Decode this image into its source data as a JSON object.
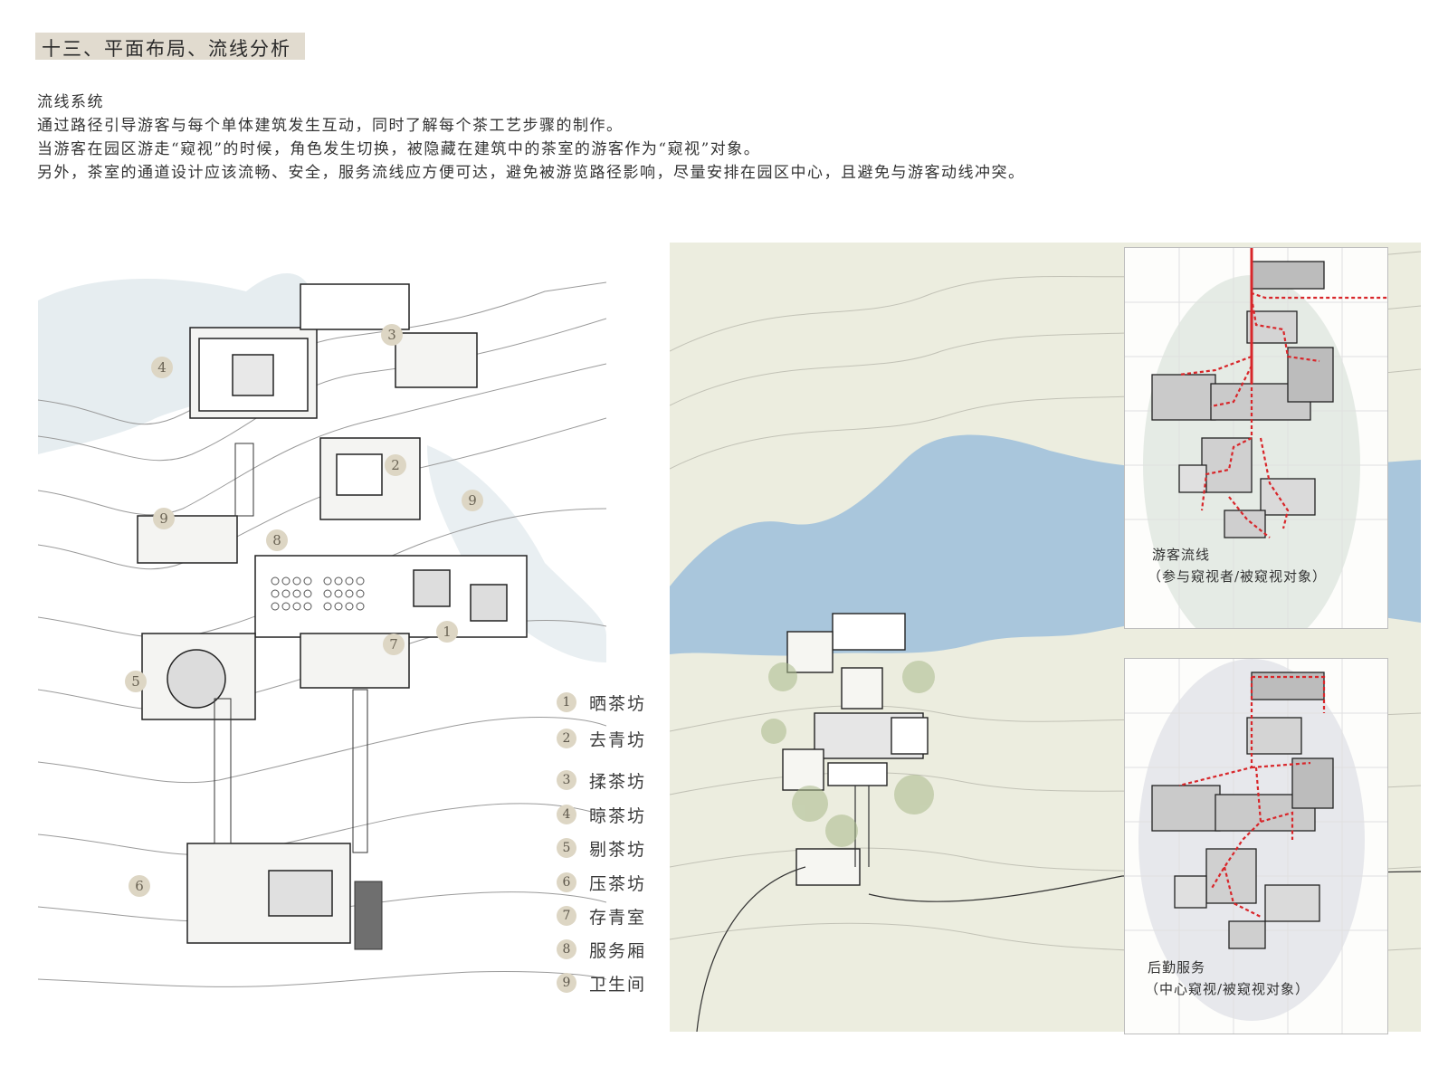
{
  "title": "十三、平面布局、流线分析",
  "intro": {
    "heading": "流线系统",
    "lines": [
      "通过路径引导游客与每个单体建筑发生互动，同时了解每个茶工艺步骤的制作。",
      "当游客在园区游走“窥视”的时候，角色发生切换，被隐藏在建筑中的茶室的游客作为“窥视”对象。",
      "另外，茶室的通道设计应该流畅、安全，服务流线应方便可达，避免被游览路径影响，尽量安排在园区中心，且避免与游客动线冲突。"
    ]
  },
  "legend": [
    {
      "num": "1",
      "label": "晒茶坊"
    },
    {
      "num": "2",
      "label": "去青坊"
    },
    {
      "num": "3",
      "label": "揉茶坊"
    },
    {
      "num": "4",
      "label": "晾茶坊"
    },
    {
      "num": "5",
      "label": "剔茶坊"
    },
    {
      "num": "6",
      "label": "压茶坊"
    },
    {
      "num": "7",
      "label": "存青室"
    },
    {
      "num": "8",
      "label": "服务厢"
    },
    {
      "num": "9",
      "label": "卫生间"
    }
  ],
  "plan_tags": [
    "4",
    "3",
    "2",
    "9",
    "9",
    "8",
    "7",
    "1",
    "5",
    "6"
  ],
  "panels": [
    {
      "caption": "游客流线",
      "subcaption": "（参与窥视者/被窥视对象）"
    },
    {
      "caption": "后勤服务",
      "subcaption": "（中心窥视/被窥视对象）"
    }
  ],
  "colors": {
    "title_bg": "#e1dbcf",
    "water": "#a9c6dc",
    "terrain": "#eceddf",
    "route": "#d8262a",
    "tag_bg": "#ddd6c4"
  }
}
